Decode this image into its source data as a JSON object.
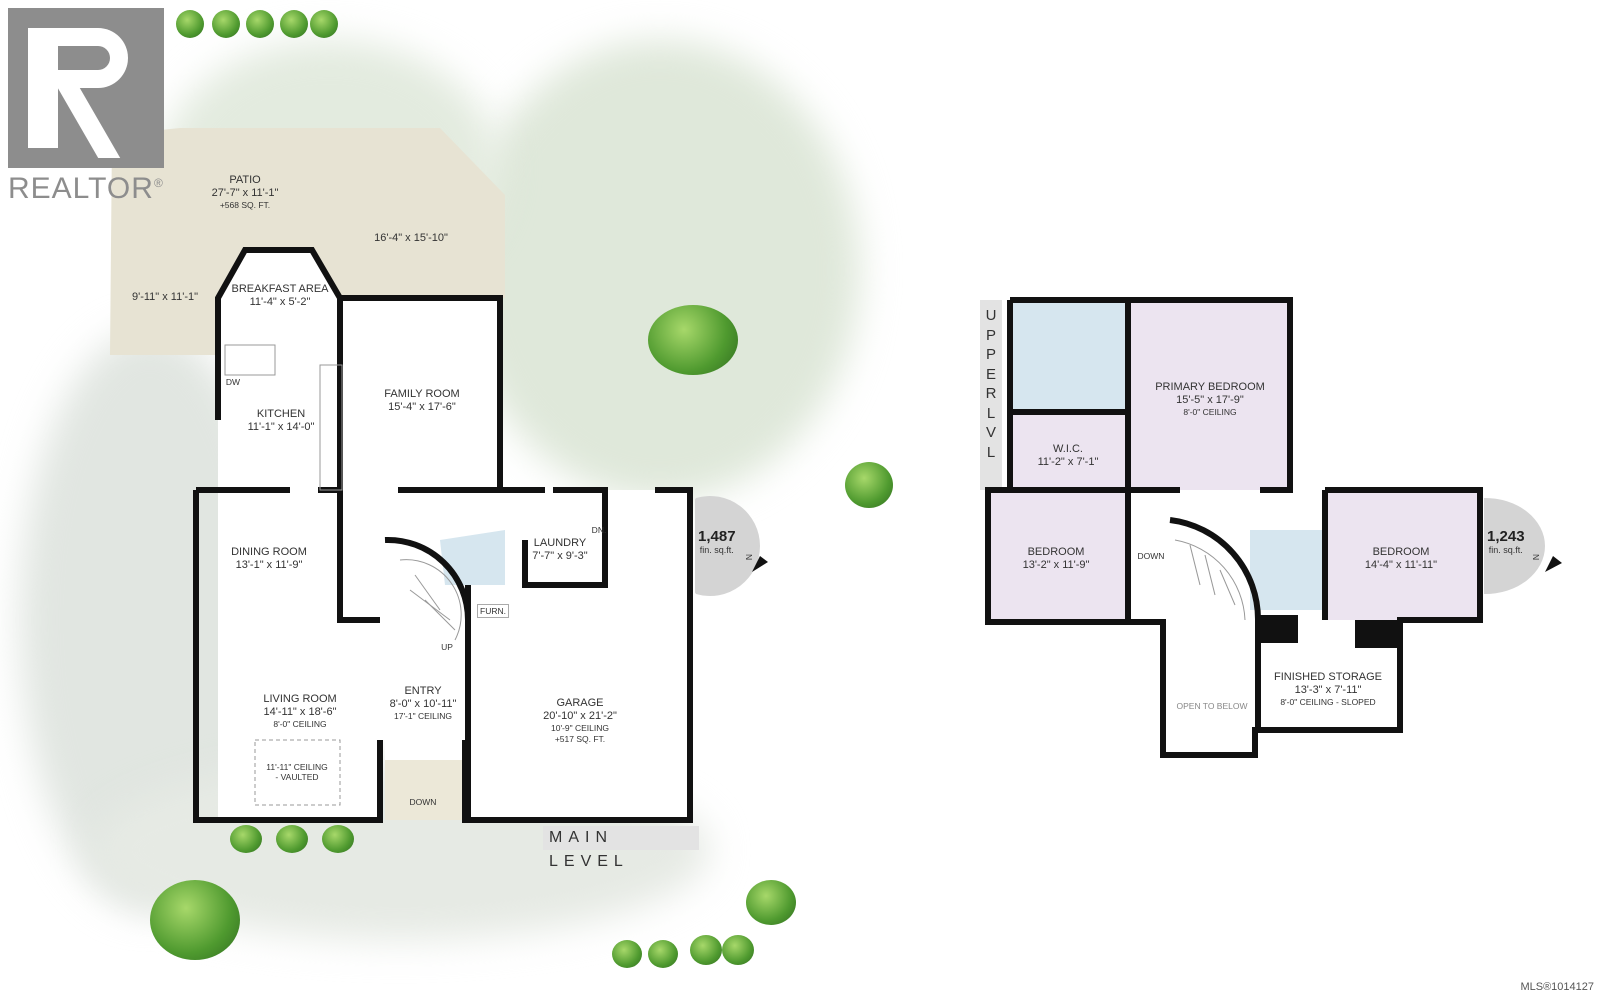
{
  "logo": {
    "text": "REALTOR",
    "mark": "®"
  },
  "main_level": {
    "label": "MAIN LEVEL",
    "sqft": "1,487",
    "sqft_unit": "fin. sq.ft.",
    "rooms": [
      {
        "name": "PATIO",
        "dims": "27'-7\" x 11'-1\"",
        "note": "+568 SQ. FT."
      },
      {
        "name": "",
        "dims": "16'-4\" x 15'-10\""
      },
      {
        "name": "",
        "dims": "9'-11\" x 11'-1\""
      },
      {
        "name": "BREAKFAST AREA",
        "dims": "11'-4\" x 5'-2\""
      },
      {
        "name": "KITCHEN",
        "dims": "11'-1\" x 14'-0\""
      },
      {
        "name": "FAMILY ROOM",
        "dims": "15'-4\" x 17'-6\""
      },
      {
        "name": "DINING ROOM",
        "dims": "13'-1\" x 11'-9\""
      },
      {
        "name": "LAUNDRY",
        "dims": "7'-7\" x 9'-3\""
      },
      {
        "name": "LIVING ROOM",
        "dims": "14'-11\" x 18'-6\"",
        "note": "8'-0\" CEILING"
      },
      {
        "name": "ENTRY",
        "dims": "8'-0\" x 10'-11\"",
        "note": "17'-1\" CEILING"
      },
      {
        "name": "GARAGE",
        "dims": "20'-10\" x 21'-2\"",
        "note": "10'-9\" CEILING",
        "note2": "+517 SQ. FT."
      }
    ],
    "vaulted": [
      "11'-11\" CEILING",
      "- VAULTED"
    ],
    "small_labels": {
      "dw": "DW",
      "furn": "FURN.",
      "up": "UP",
      "dn": "DN.",
      "down": "DOWN"
    }
  },
  "upper_level": {
    "label": "UPPER LVL",
    "sqft": "1,243",
    "sqft_unit": "fin. sq.ft.",
    "rooms": [
      {
        "name": "PRIMARY BEDROOM",
        "dims": "15'-5\" x 17'-9\"",
        "note": "8'-0\" CEILING"
      },
      {
        "name": "W.I.C.",
        "dims": "11'-2\" x 7'-1\""
      },
      {
        "name": "BEDROOM",
        "dims": "13'-2\" x 11'-9\""
      },
      {
        "name": "BEDROOM",
        "dims": "14'-4\" x 11'-11\""
      },
      {
        "name": "FINISHED STORAGE",
        "dims": "13'-3\" x 7'-11\"",
        "note": "8'-0\" CEILING - SLOPED"
      }
    ],
    "small_labels": {
      "down": "DOWN",
      "open": "OPEN TO BELOW"
    }
  },
  "compass": "N",
  "mls": "MLS®1014127",
  "colors": {
    "wall": "#111111",
    "patio": "#e7e3d3",
    "bedroom": "#ece4f0",
    "bath": "#d6e6ef",
    "foliage": "#dbe6d6"
  }
}
